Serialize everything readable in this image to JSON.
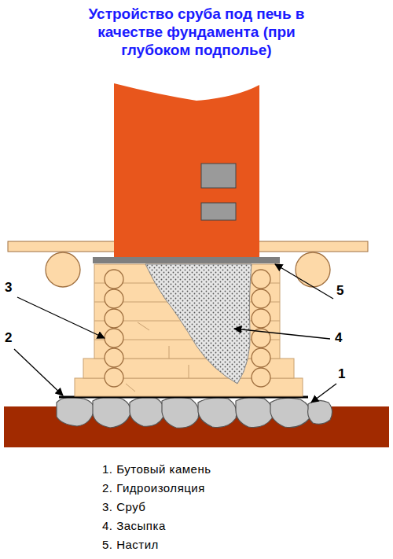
{
  "diagram": {
    "title": "Устройство сруба под печь в качестве фундамента (при глубоком подполье)",
    "labels": [
      "3",
      "2",
      "5",
      "1",
      "4",
      "1. Бутовый камень",
      "2. Гидроизоляция",
      "3. Сруб",
      "4. Засыпка",
      "5. Настил"
    ]
  }
}
